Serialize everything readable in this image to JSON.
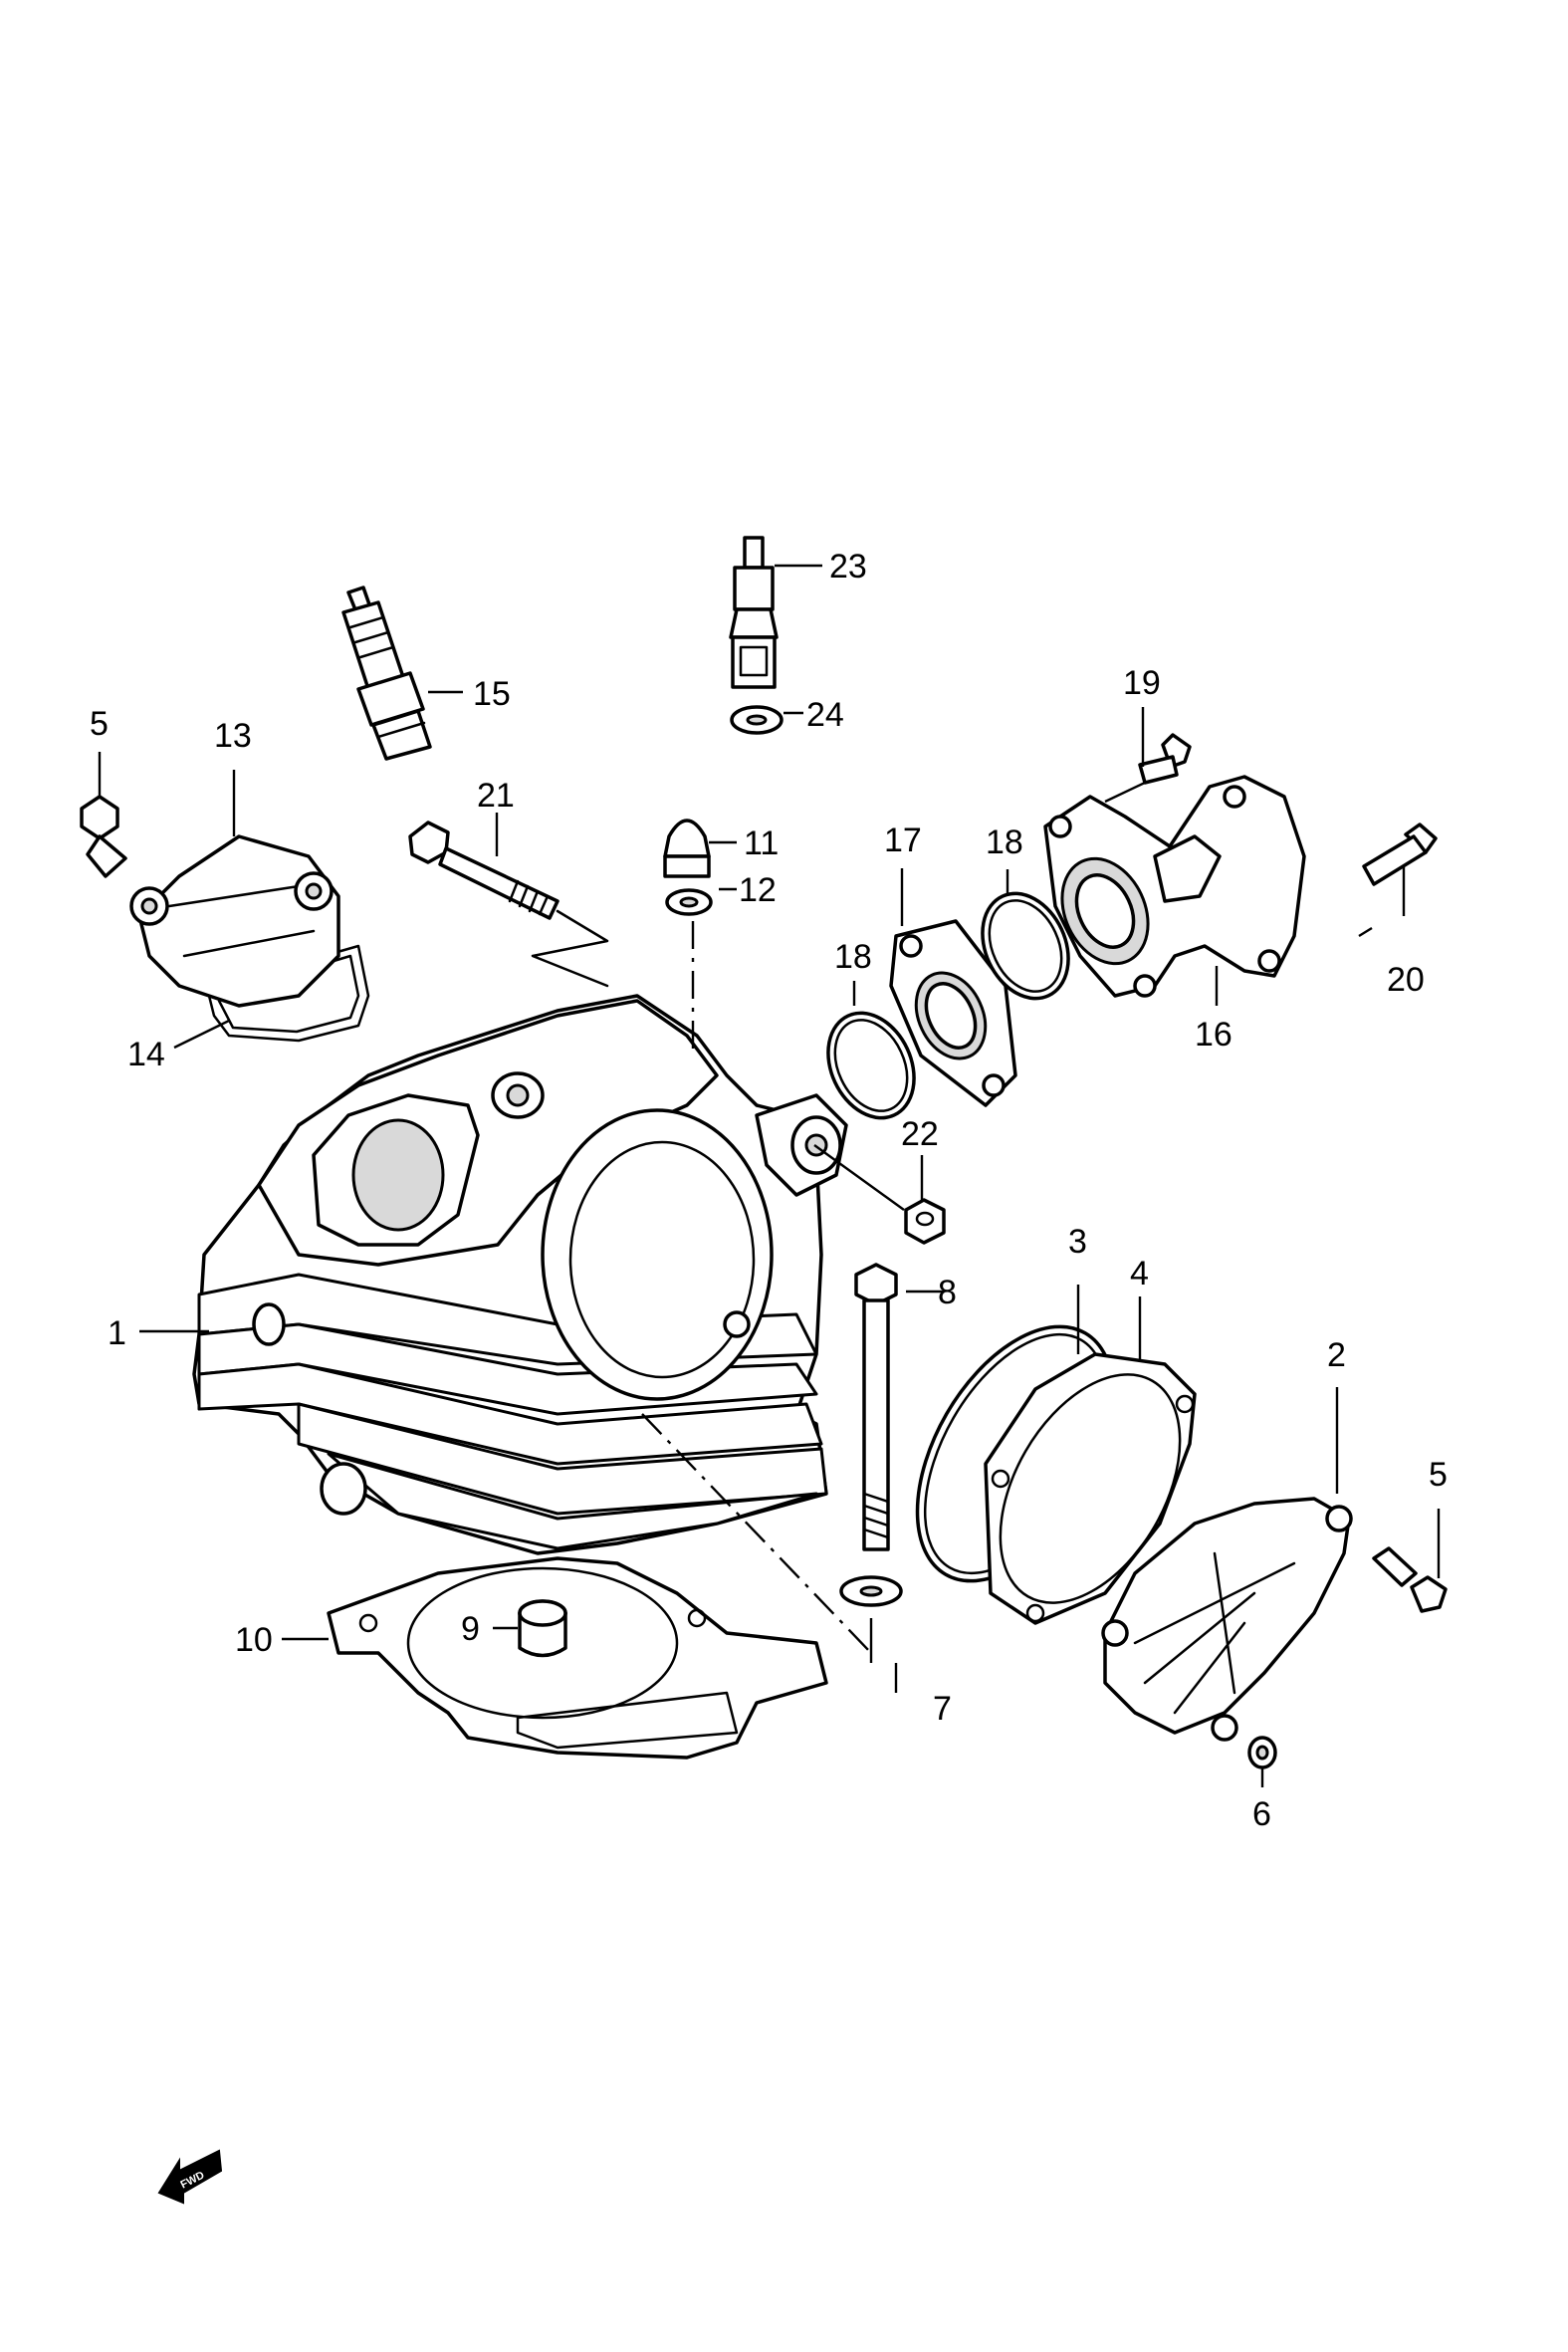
{
  "callouts": {
    "c1": "1",
    "c2": "2",
    "c3": "3",
    "c4": "4",
    "c5a": "5",
    "c5b": "5",
    "c6": "6",
    "c7": "7",
    "c8": "8",
    "c9": "9",
    "c10": "10",
    "c11": "11",
    "c12": "12",
    "c13": "13",
    "c14": "14",
    "c15": "15",
    "c16": "16",
    "c17": "17",
    "c18a": "18",
    "c18b": "18",
    "c19": "19",
    "c20": "20",
    "c21": "21",
    "c22": "22",
    "c23": "23",
    "c24": "24"
  },
  "fwd_badge": {
    "text": "FWD"
  }
}
